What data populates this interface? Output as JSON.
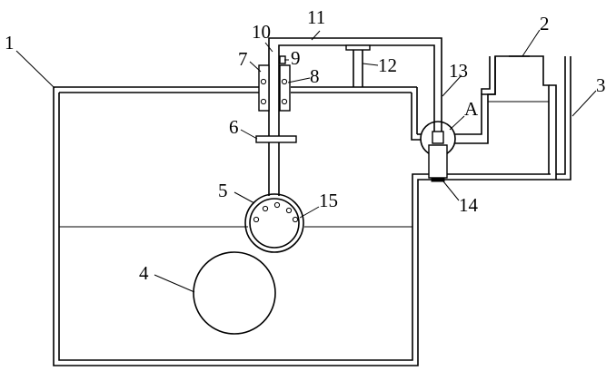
{
  "figure": {
    "labels": {
      "l1": "1",
      "l2": "2",
      "l3": "3",
      "l4": "4",
      "l5": "5",
      "l6": "6",
      "l7": "7",
      "l8": "8",
      "l9": "9",
      "l10": "10",
      "l11": "11",
      "l12": "12",
      "l13": "13",
      "l14": "14",
      "l15": "15",
      "lA": "A"
    }
  }
}
